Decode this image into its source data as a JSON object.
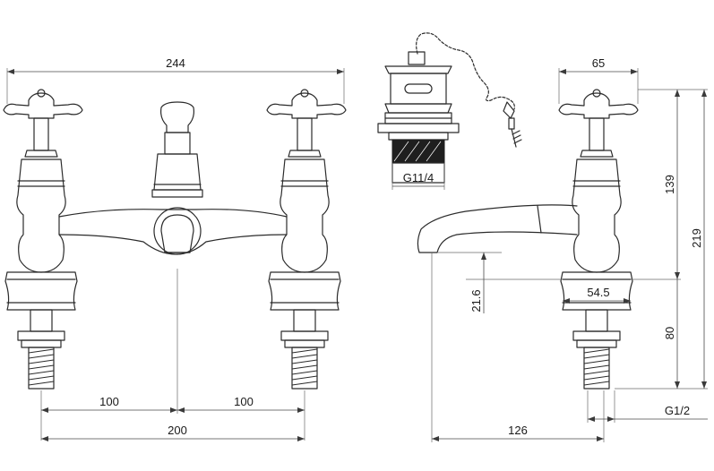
{
  "dimensions": {
    "total_width": "244",
    "left_spacing": "100",
    "right_spacing": "100",
    "centre_spacing": "200",
    "waste_thread": "G11/4",
    "handle_width": "65",
    "handle_height": "139",
    "total_height": "219",
    "spout_height": "21.6",
    "base_diameter": "54.5",
    "shank_height": "80",
    "spout_reach": "126",
    "tail_thread": "G1/2"
  }
}
